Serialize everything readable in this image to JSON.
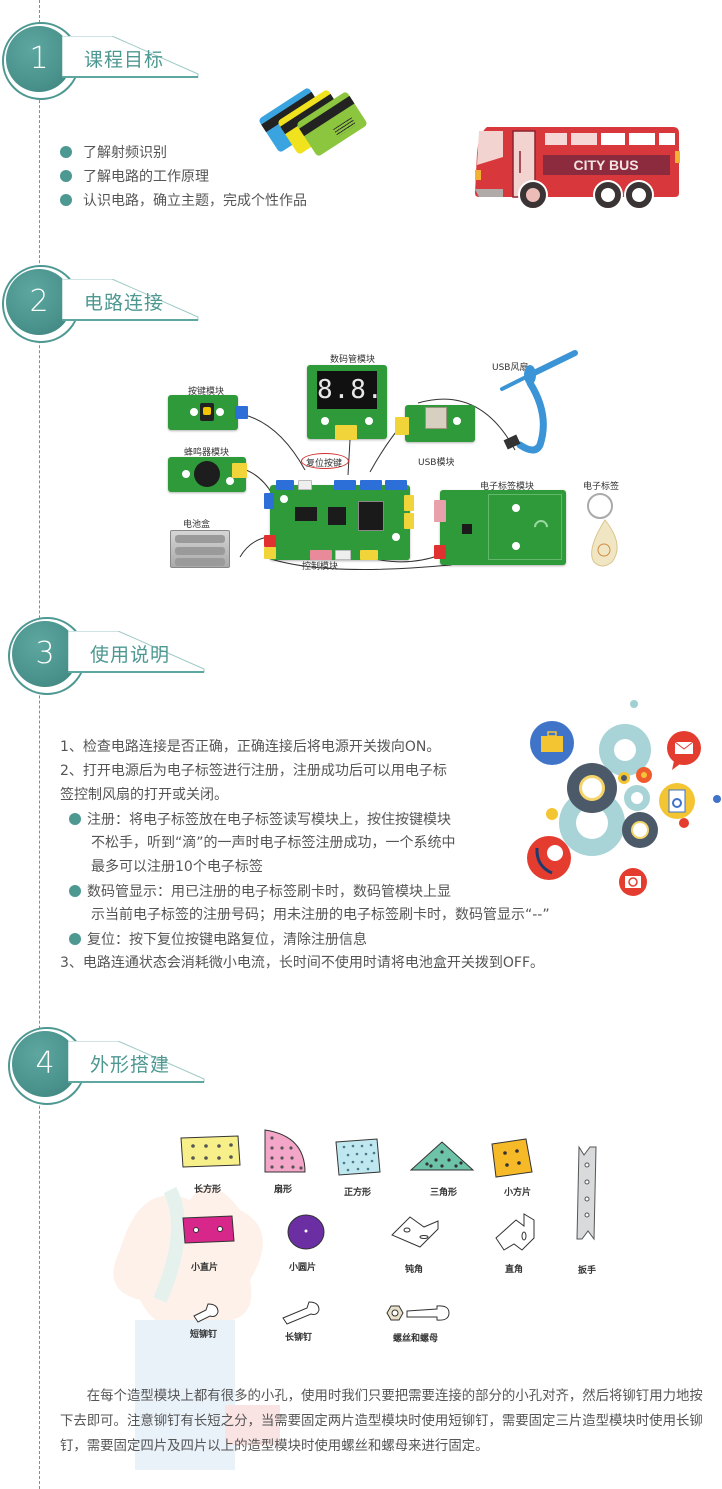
{
  "colors": {
    "accent_teal": "#4e9892",
    "text": "#555555",
    "bus_red": "#d8383b",
    "pcb_green": "#2f9a3a",
    "reset_circle_red": "#d43030"
  },
  "sections": [
    {
      "number": "1",
      "title": "课程目标",
      "goals": [
        "了解射频识别",
        "了解电路的工作原理",
        "认识电路，确立主题，完成个性作品"
      ],
      "illustrations": {
        "cards": "rfid-cards-illustration",
        "bus_label": "CITY BUS"
      }
    },
    {
      "number": "2",
      "title": "电路连接",
      "diagram_labels": {
        "button_module": "按键模块",
        "segment_display_module": "数码管模块",
        "usb_fan": "USB风扇",
        "buzzer_module": "蜂鸣器模块",
        "reset_button": "复位按键",
        "usb_module": "USB模块",
        "battery_box": "电池盒",
        "control_module": "控制模块",
        "rfid_module": "电子标签模块",
        "rfid_tag": "电子标签"
      },
      "segment_display_value": "8.8."
    },
    {
      "number": "3",
      "title": "使用说明",
      "steps": [
        "1、检查电路连接是否正确，正确连接后将电源开关拨向ON。",
        "2、打开电源后为电子标签进行注册，注册成功后可以用电子标",
        "签控制风扇的打开或关闭。"
      ],
      "bullets": [
        {
          "lines": [
            "注册：将电子标签放在电子标签读写模块上，按住按键模块",
            "不松手，听到“滴”的一声时电子标签注册成功，一个系统中",
            "最多可以注册10个电子标签"
          ]
        },
        {
          "lines": [
            "数码管显示：用已注册的电子标签刷卡时，数码管模块上显",
            "示当前电子标签的注册号码；用未注册的电子标签刷卡时，数码管显示“--”"
          ]
        },
        {
          "lines": [
            "复位：按下复位按键电路复位，清除注册信息"
          ]
        }
      ],
      "final_step": "3、电路连通状态会消耗微小电流，长时间不使用时请将电池盒开关拨到OFF。"
    },
    {
      "number": "4",
      "title": "外形搭建",
      "parts": {
        "rectangle": "长方形",
        "sector": "扇形",
        "square": "正方形",
        "triangle": "三角形",
        "small_square": "小方片",
        "wrench": "扳手",
        "small_strip": "小直片",
        "small_disc": "小圆片",
        "obtuse_angle": "钝角",
        "right_angle": "直角",
        "short_rivet": "短铆钉",
        "long_rivet": "长铆钉",
        "screw_nut": "螺丝和螺母"
      },
      "paragraph": "在每个造型模块上都有很多的小孔，使用时我们只要把需要连接的部分的小孔对齐，然后将铆钉用力地按下去即可。注意铆钉有长短之分，当需要固定两片造型模块时使用短铆钉，需要固定三片造型模块时使用长铆钉，需要固定四片及四片以上的造型模块时使用螺丝和螺母来进行固定。"
    }
  ]
}
